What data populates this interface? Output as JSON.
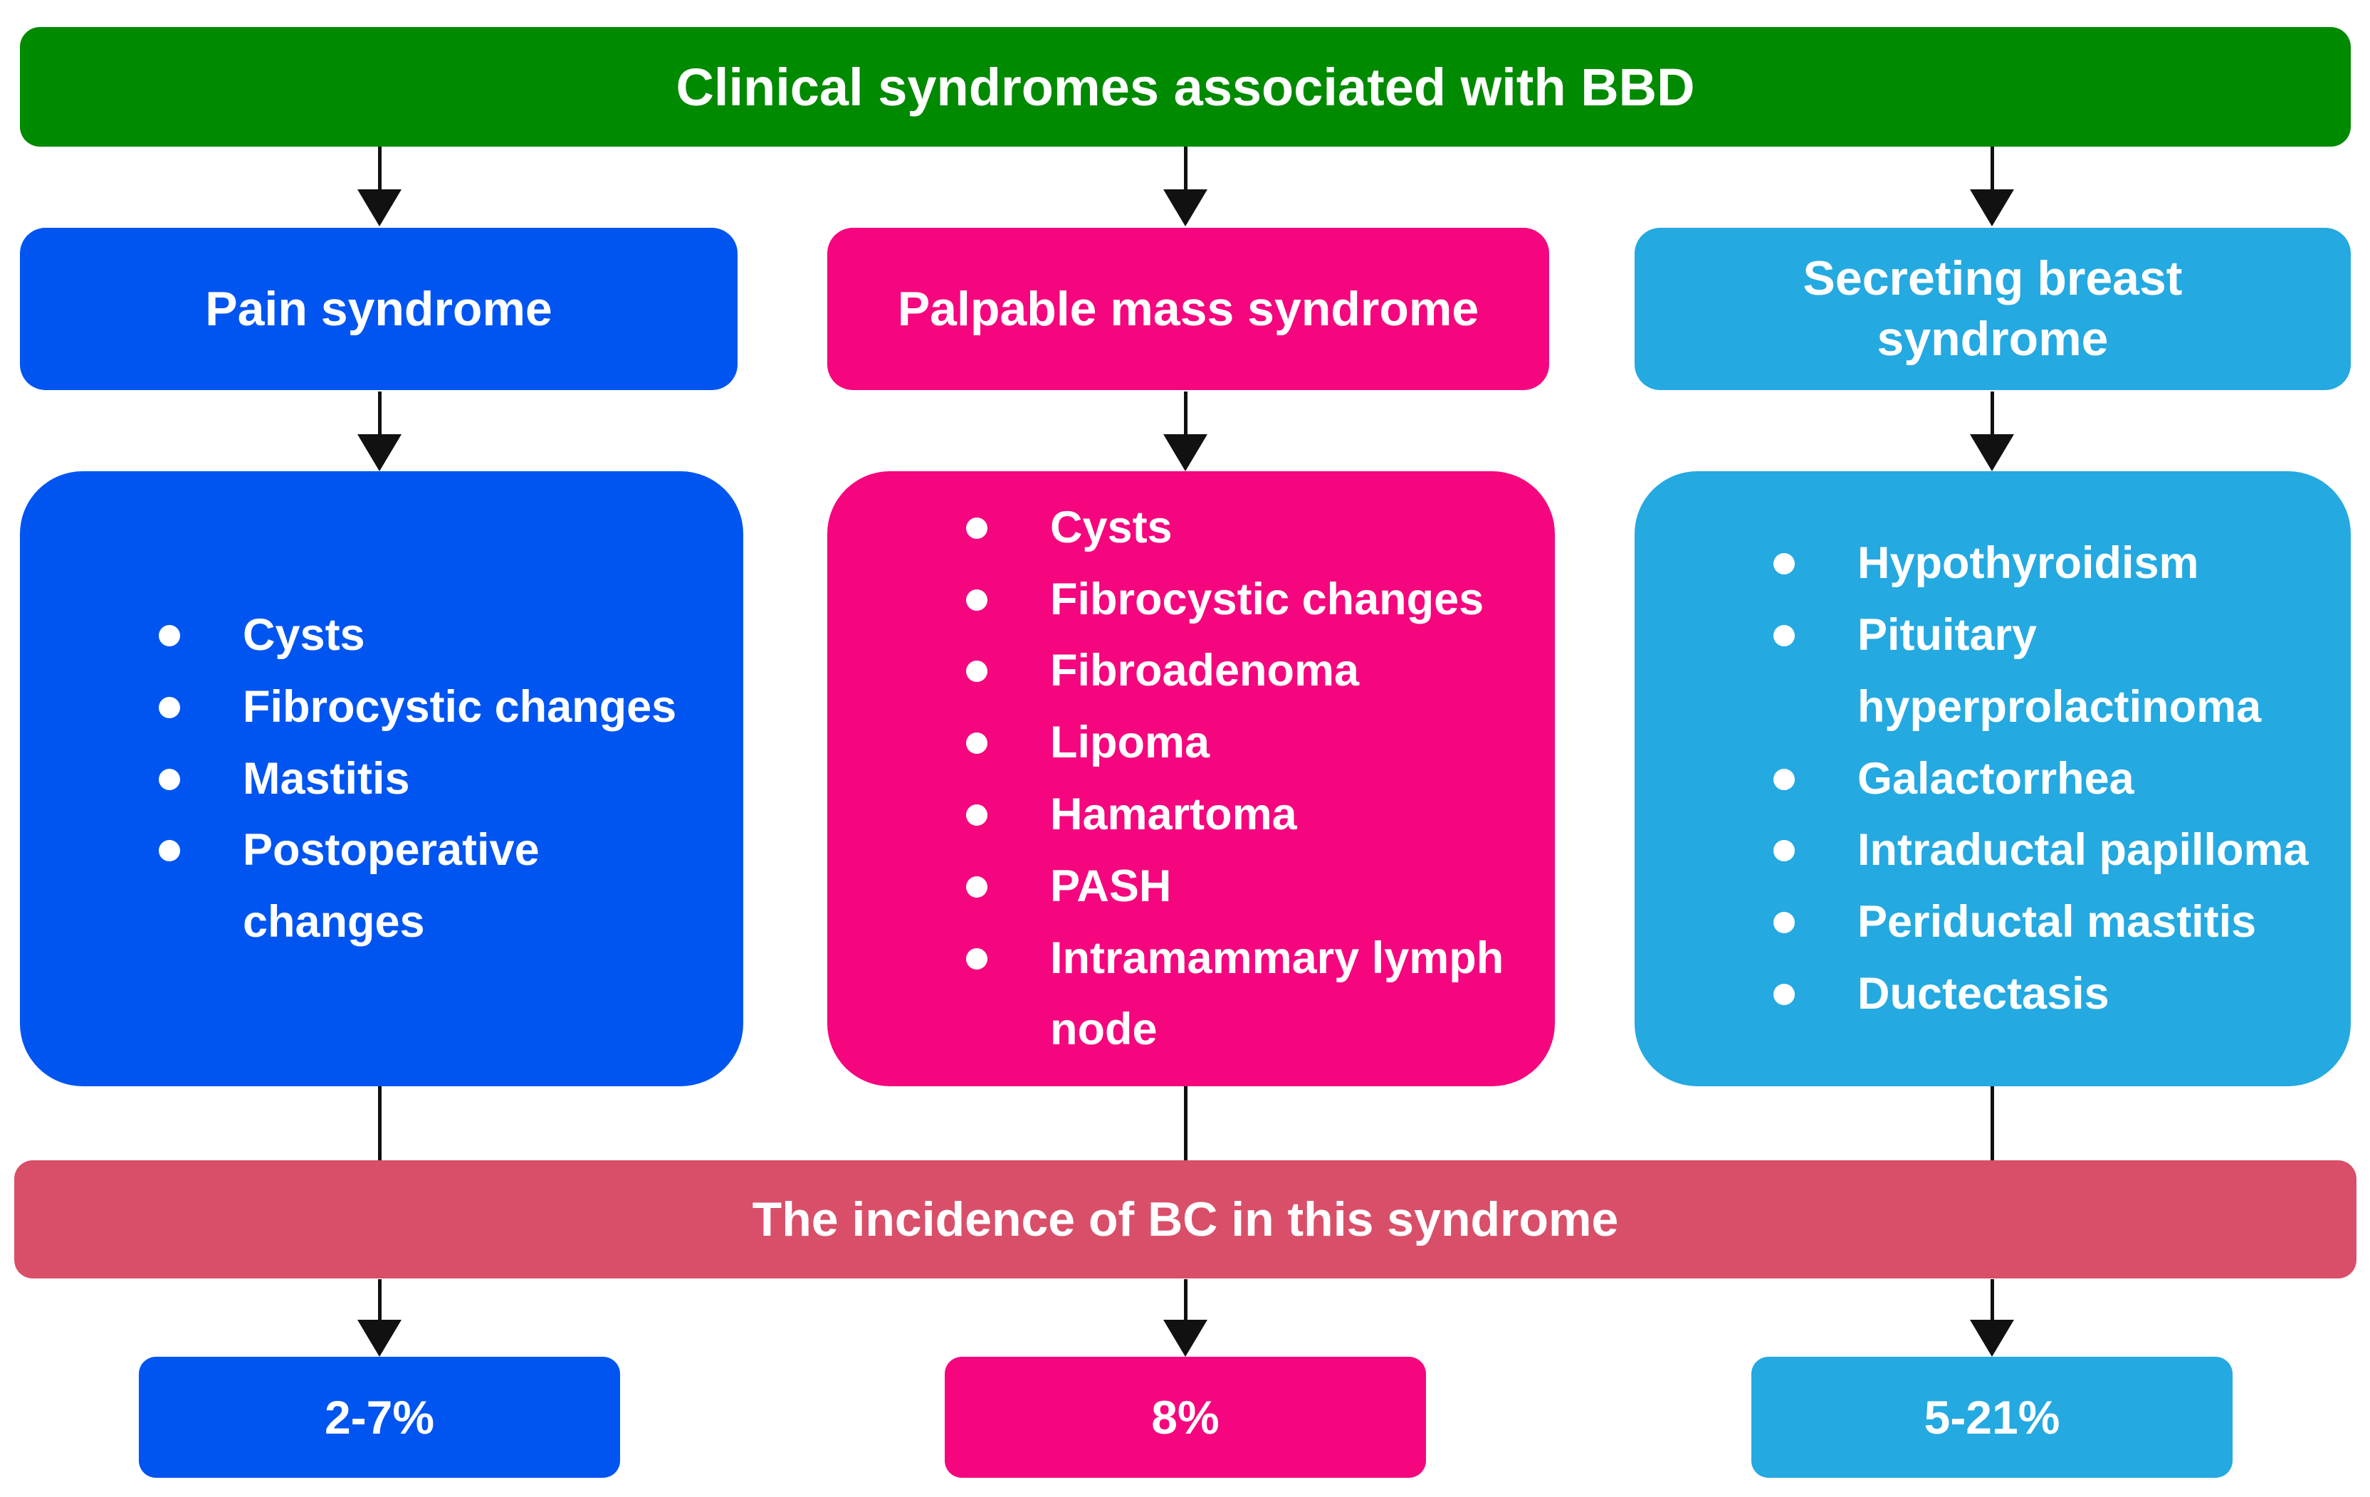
{
  "title": "Clinical syndromes associated with BBD",
  "incidence_banner": "The incidence of BC in this syndrome",
  "columns": [
    {
      "name": "Pain syndrome",
      "color": "#0055F0",
      "items": [
        "Cysts",
        "Fibrocystic changes",
        "Mastitis",
        "Postoperative changes"
      ],
      "incidence": "2-7%"
    },
    {
      "name": "Palpable mass syndrome",
      "color": "#F5067E",
      "items": [
        "Cysts",
        "Fibrocystic changes",
        "Fibroadenoma",
        "Lipoma",
        "Hamartoma",
        "PASH",
        "Intramammary lymph node"
      ],
      "incidence": "8%"
    },
    {
      "name": "Secreting breast syndrome",
      "color": "#24A9E1",
      "items": [
        "Hypothyroidism",
        "Pituitary hyperprolactinoma",
        "Galactorrhea",
        "Intraductal papilloma",
        "Periductal mastitis",
        "Ductectasis"
      ],
      "incidence": "5-21%"
    }
  ],
  "colors": {
    "title_bg": "#008A00",
    "incidence_bg": "#D94F69",
    "text": "#FFFFFF",
    "arrow": "#111111"
  }
}
